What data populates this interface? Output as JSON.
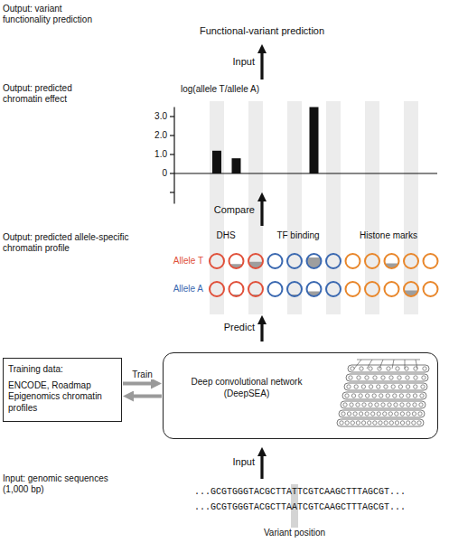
{
  "diagram": {
    "nodes": [
      {
        "text": [
          "Training data:",
          "ENCODE, Roadmap Epigenomics chromatin profiles"
        ]
      },
      {
        "text": [
          "Deep convolutional network (DeepSEA)"
        ]
      }
    ],
    "edges": [
      {
        "from": 0,
        "to": 1,
        "arrow": "to",
        "label": "Train"
      },
      {
        "from": 1,
        "to": 0,
        "arrow": "to"
      }
    ],
    "labels": [
      "Output: variant functionality prediction",
      "Functional-variant prediction",
      "Input",
      "Output: predicted chromatin effect",
      "log(allele T/allele A)",
      "3.0",
      "2.0",
      "1.0",
      "0",
      "Compare",
      "DHS",
      "TF binding",
      "Histone marks",
      "Output: predicted allele-specific chromatin profile",
      "Allele T",
      "Allele A",
      "Predict",
      "Input",
      "Input: genomic sequences (1,000 bp)",
      "...GCGTGGGTACGCTTATTCGTCAAGCTTTAGCGT...",
      "...GCGTGGGTACGCTTAATCGTCAAGCTTTAGCGT...",
      "Variant position"
    ]
  }
}
